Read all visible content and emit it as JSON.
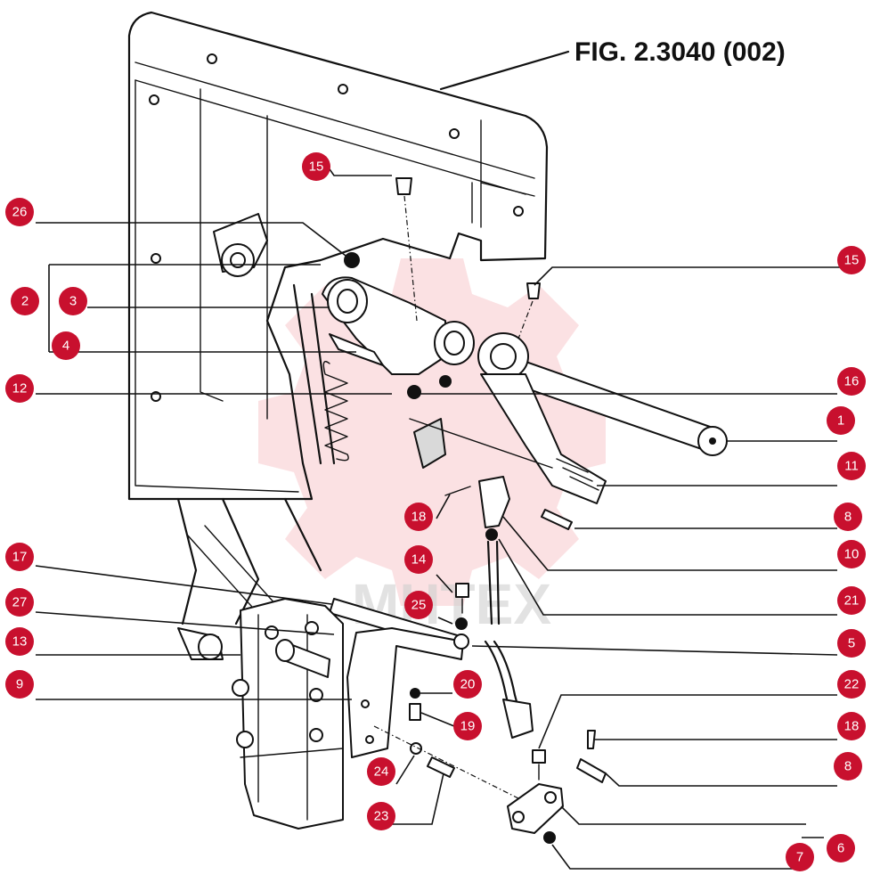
{
  "figure": {
    "title": "FIG. 2.3040 (002)"
  },
  "watermark": {
    "text": "MHTEX",
    "color": "#f3a9b0"
  },
  "colors": {
    "badge": "#c8102e",
    "line": "#111111"
  },
  "callouts": [
    {
      "id": "c15a",
      "label": "15"
    },
    {
      "id": "c26",
      "label": "26"
    },
    {
      "id": "c15b",
      "label": "15"
    },
    {
      "id": "c2",
      "label": "2"
    },
    {
      "id": "c3",
      "label": "3"
    },
    {
      "id": "c4",
      "label": "4"
    },
    {
      "id": "c12",
      "label": "12"
    },
    {
      "id": "c16",
      "label": "16"
    },
    {
      "id": "c1",
      "label": "1"
    },
    {
      "id": "c11",
      "label": "11"
    },
    {
      "id": "c18a",
      "label": "18"
    },
    {
      "id": "c8a",
      "label": "8"
    },
    {
      "id": "c17",
      "label": "17"
    },
    {
      "id": "c14",
      "label": "14"
    },
    {
      "id": "c10",
      "label": "10"
    },
    {
      "id": "c27",
      "label": "27"
    },
    {
      "id": "c25",
      "label": "25"
    },
    {
      "id": "c21",
      "label": "21"
    },
    {
      "id": "c13",
      "label": "13"
    },
    {
      "id": "c5",
      "label": "5"
    },
    {
      "id": "c9",
      "label": "9"
    },
    {
      "id": "c20",
      "label": "20"
    },
    {
      "id": "c22",
      "label": "22"
    },
    {
      "id": "c19",
      "label": "19"
    },
    {
      "id": "c18b",
      "label": "18"
    },
    {
      "id": "c24",
      "label": "24"
    },
    {
      "id": "c8b",
      "label": "8"
    },
    {
      "id": "c23",
      "label": "23"
    },
    {
      "id": "c7",
      "label": "7"
    },
    {
      "id": "c6",
      "label": "6"
    }
  ]
}
